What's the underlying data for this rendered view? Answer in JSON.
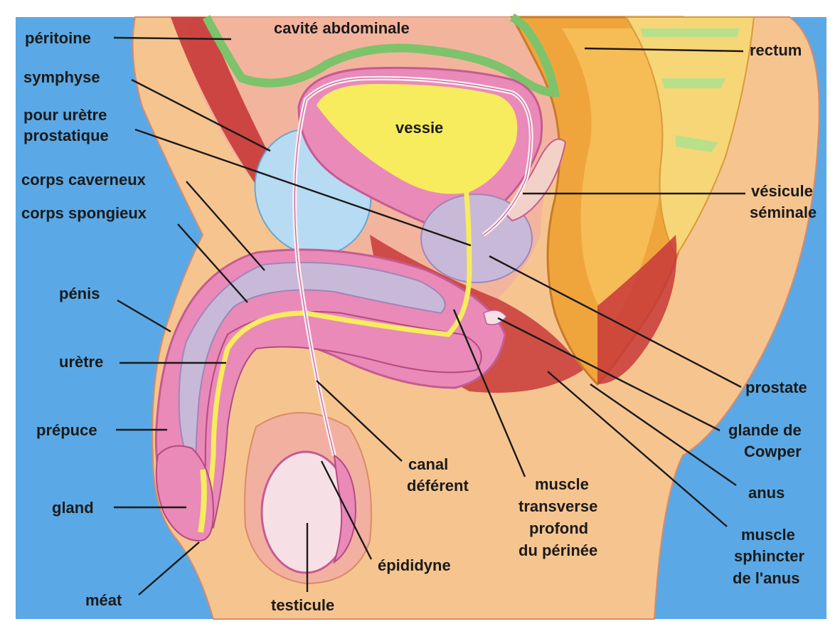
{
  "labels": {
    "peritoine": "péritoine",
    "cavite_abdominale": "cavité abdominale",
    "rectum": "rectum",
    "symphyse": "symphyse",
    "pour_uretre_1": "pour urètre",
    "pour_uretre_2": "prostatique",
    "vessie": "vessie",
    "corps_caverneux": "corps caverneux",
    "vesicule_1": "vésicule",
    "vesicule_2": "séminale",
    "corps_spongieux": "corps spongieux",
    "penis": "pénis",
    "uretre": "urètre",
    "prostate": "prostate",
    "prepuce": "prépuce",
    "glande_1": "glande de",
    "glande_2": "Cowper",
    "canal_1": "canal",
    "canal_2": "déférent",
    "muscle_t_1": "muscle",
    "muscle_t_2": "transverse",
    "muscle_t_3": "profond",
    "muscle_t_4": "du périnée",
    "anus": "anus",
    "gland": "gland",
    "muscle_s_1": "muscle",
    "muscle_s_2": "sphincter",
    "muscle_s_3": "de l'anus",
    "epididyne": "épididyne",
    "meat": "méat",
    "testicule": "testicule"
  },
  "colors": {
    "background": "#5aa9e6",
    "skin": "#f6c58f",
    "muscle": "#c8383a",
    "peritoneum": "#7cc36b",
    "bladder_wall": "#e98ab8",
    "bladder_lumen": "#f7ec5e",
    "symphysis": "#b7dbf2",
    "corpora": "#c8b9d8",
    "rectum": "#f0a53c",
    "vertebra": "#f7d677"
  }
}
